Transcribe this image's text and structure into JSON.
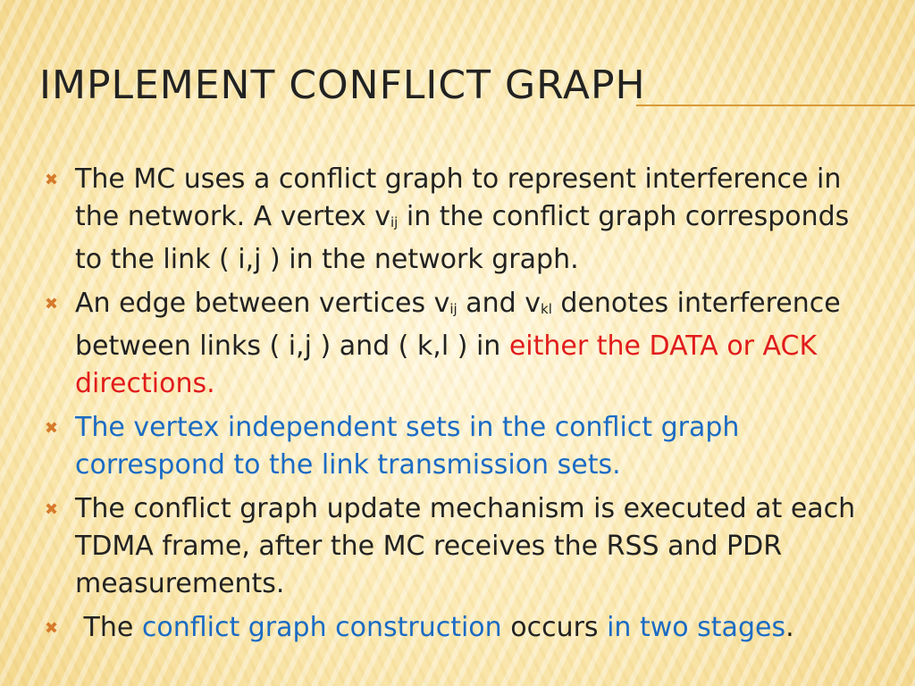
{
  "slide": {
    "title": "IMPLEMENT CONFLICT GRAPH",
    "bullet_symbol": "✖",
    "bullets": {
      "b1": {
        "t1": "The MC uses a conflict graph to represent interference in the network. A vertex v",
        "s1": "ij",
        "t2": "  in the conflict graph corresponds to the link ( i,j ) in the network graph."
      },
      "b2": {
        "t1": "An edge between vertices v",
        "s1": "ij",
        "t2": " and v",
        "s2": "kl",
        "t3": " denotes interference between links ( i,j ) and ( k,l ) in ",
        "red": "either the DATA or ACK directions."
      },
      "b3": {
        "blue": "The vertex independent sets in the conflict graph correspond to the link transmission sets."
      },
      "b4": {
        "t1": "The conflict graph update mechanism is executed at each TDMA frame, after the MC receives the RSS and PDR measurements."
      },
      "b5": {
        "t1": " The ",
        "blue1": "conflict graph construction",
        "t2": " occurs ",
        "blue2": "in two stages",
        "t3": "."
      }
    }
  },
  "colors": {
    "text": "#222222",
    "bullet": "#d67a2b",
    "red_emphasis": "#e11c1c",
    "blue_emphasis": "#1b6bc4",
    "title_rule": "#d79a3a"
  }
}
